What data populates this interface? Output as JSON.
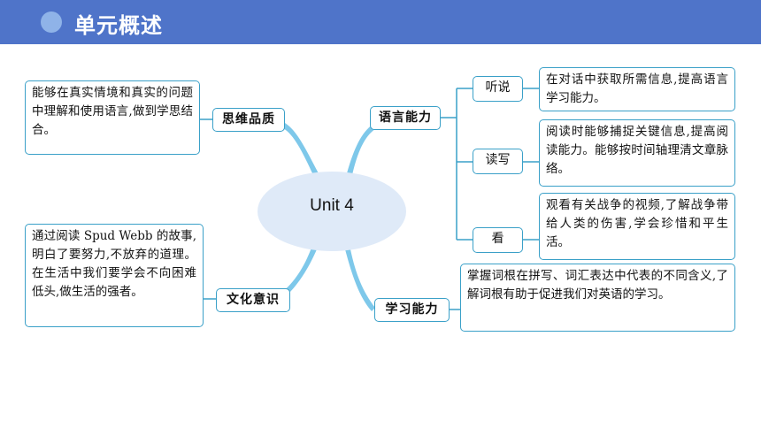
{
  "banner": {
    "title": "单元概述"
  },
  "center": {
    "label": "Unit 4"
  },
  "branches": {
    "thinking": {
      "label": "思维品质",
      "desc": "能够在真实情境和真实的问题中理解和使用语言,做到学思结合。"
    },
    "culture": {
      "label": "文化意识",
      "desc": "通过阅读 Spud Webb 的故事,明白了要努力,不放弃的道理。在生活中我们要学会不向困难低头,做生活的强者。"
    },
    "language": {
      "label": "语言能力",
      "items": [
        {
          "label": "听说",
          "desc": "在对话中获取所需信息,提高语言学习能力。"
        },
        {
          "label": "读写",
          "desc": "阅读时能够捕捉关键信息,提高阅读能力。能够按时间轴理清文章脉络。"
        },
        {
          "label": "看",
          "desc": "观看有关战争的视频,了解战争带给人类的伤害,学会珍惜和平生活。"
        }
      ]
    },
    "learning": {
      "label": "学习能力",
      "desc": "掌握词根在拼写、词汇表达中代表的不同含义,了解词根有助于促进我们对英语的学习。"
    }
  },
  "colors": {
    "banner": "#4f74c9",
    "border": "#3aa0c8",
    "center": "#dfeaf8",
    "swoosh": "#7ec8ea"
  }
}
